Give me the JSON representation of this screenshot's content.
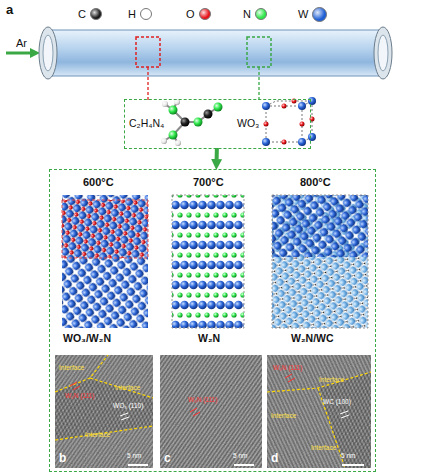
{
  "diagram": {
    "nodes": [
      {
        "text": [
          "C₂H₄N₄",
          "WO₃"
        ]
      },
      {
        "text": []
      },
      {
        "text": [
          "600°C",
          "WO₃/W₂N"
        ],
        "in": 1
      },
      {
        "text": [
          "700°C",
          "W₂N"
        ],
        "in": 1
      },
      {
        "text": [
          "800°C",
          "W₂N/WC"
        ],
        "in": 1
      },
      {
        "text": [
          "b",
          "Interface",
          "Interface",
          "Interface",
          "W₂N (111)",
          "WO₃ (110)",
          "5 nm"
        ],
        "in": 1
      },
      {
        "text": [
          "c",
          "W₂N (111)",
          "5 nm"
        ],
        "in": 1
      },
      {
        "text": [
          "d",
          "W₂N (111)",
          "Interface",
          "Interface",
          "Interface",
          "WC (100)",
          "5 nm"
        ],
        "in": 1
      }
    ],
    "edges": [
      {
        "from": 0,
        "to": 1,
        "arrow": "to"
      }
    ],
    "labels": [
      "a",
      "Ar"
    ],
    "legend": [
      {
        "text": "C",
        "color": "#1a1a1a"
      },
      {
        "text": "H",
        "color": "#ffffff"
      },
      {
        "text": "O",
        "color": "#e8141b"
      },
      {
        "text": "N",
        "color": "#2ee84a"
      },
      {
        "text": "W",
        "color": "#1f5fd6"
      }
    ]
  }
}
